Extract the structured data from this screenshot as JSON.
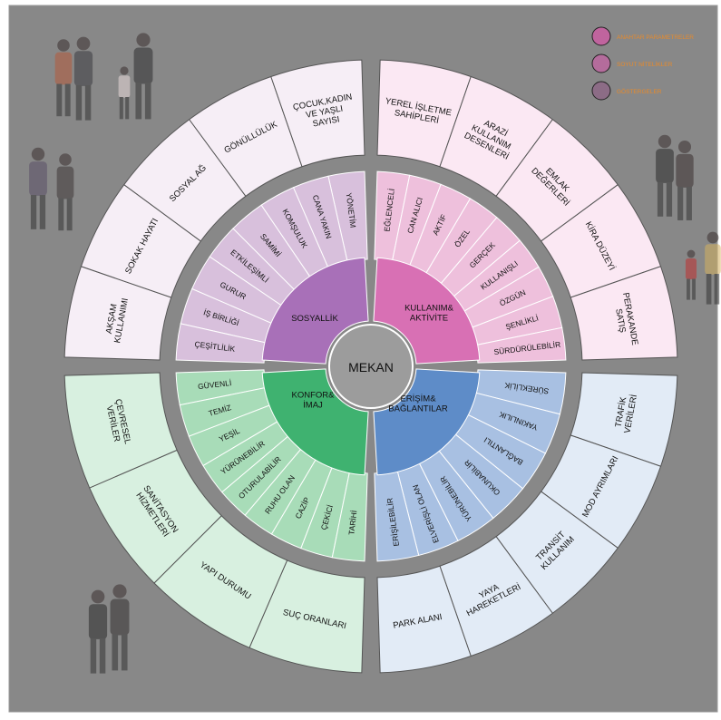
{
  "center_label": "MEKAN",
  "legend": [
    {
      "label": "ANAHTAR PARAMETRELER",
      "color": "#c0649e"
    },
    {
      "label": "SOYUT NİTELİKLER",
      "color": "#b46c9c"
    },
    {
      "label": "GÖSTERGELER",
      "color": "#8c6c86"
    }
  ],
  "quadrants": [
    {
      "title": "SOSYALLİK",
      "inner_color": "#a870b8",
      "attr_color": "#d8c0dc",
      "outer_color": "#f6eef6",
      "attributes": [
        "YÖNETİM",
        "CANA YAKIN",
        "KOMŞULUK",
        "SAMİMİ",
        "ETKİLEŞİMLİ",
        "GURUR",
        "İŞ BİRLİĞİ",
        "ÇEŞİTLİLİK"
      ],
      "indicators": [
        "AKŞAM KULLANIMI",
        "SOKAK HAYATI",
        "SOSYAL AĞ",
        "GÖNÜLLÜLÜK",
        "ÇOCUK,KADIN VE YAŞLI SAYISI"
      ]
    },
    {
      "title": "KULLANIM& AKTİVİTE",
      "inner_color": "#d870b4",
      "attr_color": "#eec0dc",
      "outer_color": "#fbe8f3",
      "attributes": [
        "EĞLENCELİ",
        "CAN ALICI",
        "AKTİF",
        "ÖZEL",
        "GERÇEK",
        "KULLANIŞLI",
        "ÖZGÜN",
        "ŞENLİKLİ",
        "SÜRDÜRÜLEBİLİR"
      ],
      "indicators": [
        "YEREL İŞLETME SAHİPLERİ",
        "ARAZİ KULLANIM DESENLERİ",
        "EMLAK DEĞERLERİ",
        "KİRA DÜZEYİ",
        "PERAKANDE SATIŞ"
      ]
    },
    {
      "title": "ERİŞİM& BAĞLANTILAR",
      "inner_color": "#5e8cc8",
      "attr_color": "#a8c0e2",
      "outer_color": "#e2ebf6",
      "attributes": [
        "SÜREKLİLİK",
        "YAKINLILIK",
        "BAĞLANTILI",
        "OKUNABİLİR",
        "YÜRÜNEBİLİR",
        "ELVERİŞLİ OLAN",
        "ERİŞİLEBİLİR"
      ],
      "indicators": [
        "TRAFİK VERİLERİ",
        "MOD AYRIMLARI",
        "TRANSİT KULLANIM",
        "YAYA HAREKETLERİ",
        "PARK ALANI"
      ]
    },
    {
      "title": "KONFOR& İMAJ",
      "inner_color": "#3fb270",
      "attr_color": "#a8dcb8",
      "outer_color": "#d8f0e0",
      "attributes": [
        "GÜVENLİ",
        "TEMİZ",
        "YEŞİL",
        "YÜRÜNEBİLİR",
        "OTURULABİLİR",
        "RUHU OLAN",
        "CAZİP",
        "ÇEKİCİ",
        "TARİHİ"
      ],
      "indicators": [
        "SUÇ ORANLARI",
        "YAPI DURUMU",
        "SANİTASYON HİZMETLERİ",
        "ÇEVRESEL VERİLER"
      ]
    }
  ]
}
